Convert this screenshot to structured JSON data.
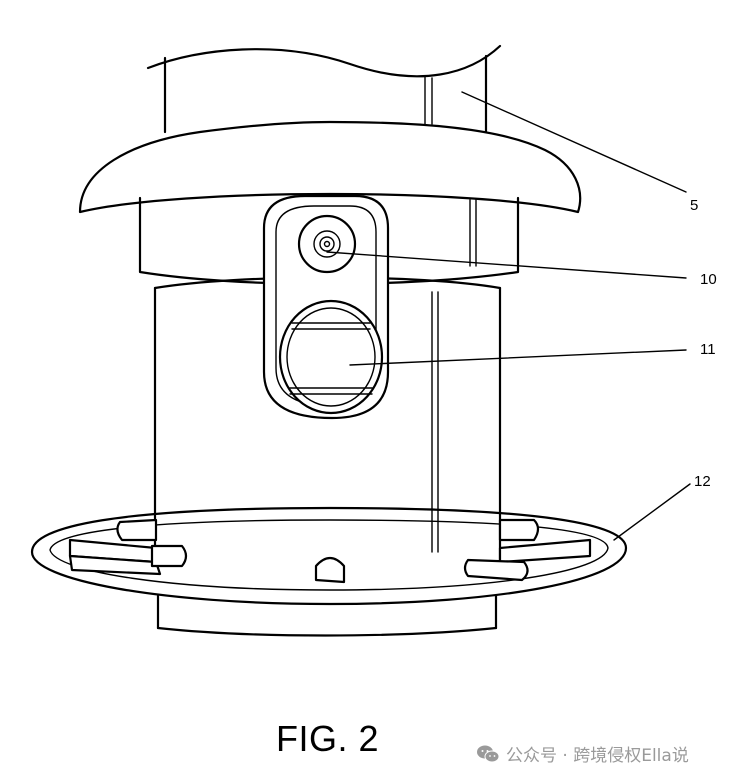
{
  "figure": {
    "caption": "FIG. 2",
    "reference_labels": {
      "tube": "5",
      "camera_lens": "10",
      "feeding_port": "11",
      "perch_ring": "12"
    }
  },
  "watermark": {
    "text": "公众号 · 跨境侵权Ella说",
    "icon": "wechat-icon"
  }
}
